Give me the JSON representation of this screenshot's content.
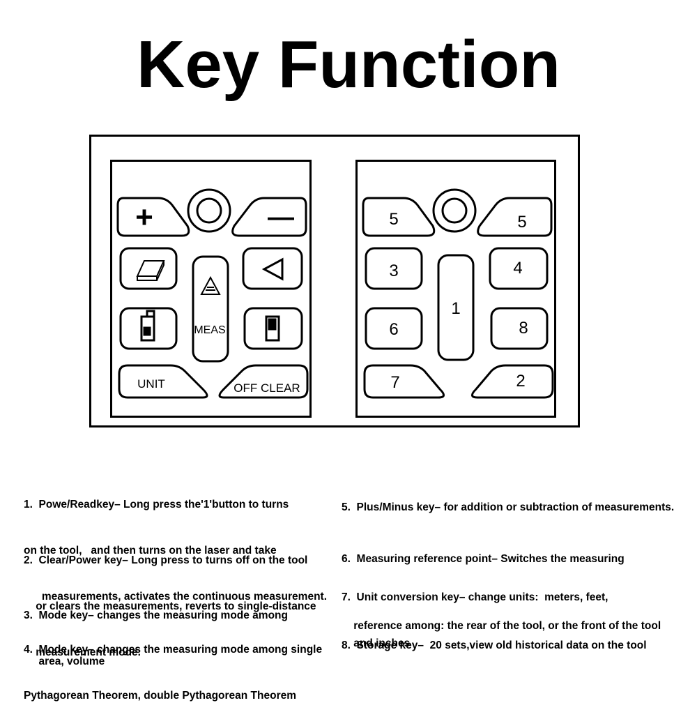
{
  "title": "Key Function",
  "left_panel": {
    "plus_symbol": "+",
    "minus_symbol": "—",
    "meas_label": "MEAS",
    "unit_label": "UNIT",
    "off_clear_label": "OFF CLEAR"
  },
  "right_panel": {
    "labels": [
      "5",
      "5",
      "3",
      "4",
      "1",
      "6",
      "8",
      "7",
      "2"
    ]
  },
  "descriptions": [
    {
      "lines": [
        "1.  Powe/Readkey– Long press the'1'button to turns",
        "on the tool,   and then turns on the laser and take",
        "      measurements, activates the continuous measurement."
      ]
    },
    {
      "lines": [
        "2.  Clear/Power key– Long press to turns off on the tool",
        "    or clears the measurements, reverts to single-distance",
        "    measurement mode."
      ]
    },
    {
      "lines": [
        "3.  Mode key– changes the measuring mode among",
        "     area, volume"
      ]
    },
    {
      "lines": [
        "4.  Mode key– changes the measuring mode among single",
        "Pythagorean Theorem, double Pythagorean Theorem"
      ]
    },
    {
      "lines": [
        "5.  Plus/Minus key– for addition or subtraction of measurements."
      ]
    },
    {
      "lines": [
        "6.  Measuring reference point– Switches the measuring",
        "    reference among: the rear of the tool, or the front of the tool"
      ]
    },
    {
      "lines": [
        "7.  Unit conversion key– change units:  meters, feet,",
        "    and inches"
      ]
    },
    {
      "lines": [
        "8.  Storage key–  20 sets,view old historical data on the tool"
      ]
    }
  ]
}
